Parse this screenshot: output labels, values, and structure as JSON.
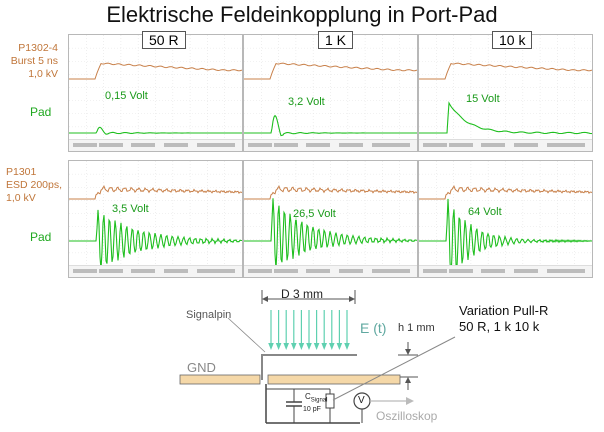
{
  "title": "Elektrische Feldeinkopplung in Port-Pad",
  "columns": [
    "50 R",
    "1 K",
    "10 k"
  ],
  "rows": [
    {
      "label_lines": [
        "P1302-4",
        "Burst 5 ns",
        "1,0 kV"
      ],
      "pad_label": "Pad",
      "voltages": [
        "0,15 Volt",
        "3,2 Volt",
        "15 Volt"
      ]
    },
    {
      "label_lines": [
        "P1301",
        "ESD 200ps,",
        "1,0 kV"
      ],
      "pad_label": "Pad",
      "voltages": [
        "3,5 Volt",
        "26,5 Volt",
        "64 Volt"
      ]
    }
  ],
  "diagram": {
    "signalpin": "Signalpin",
    "width_label": "D 3 mm",
    "field_label": "E (t)",
    "height_label": "h 1 mm",
    "gnd_label": "GND",
    "variation_title": "Variation Pull-R",
    "variation_values": "50 R,  1 k  10 k",
    "cap_label_main": "C",
    "cap_label_sub": "Signal",
    "cap_value": "10 pF",
    "meter_symbol": "V",
    "oszi_label": "Oszilloskop"
  },
  "colors": {
    "orange_trace": "#c8804a",
    "green_trace": "#1fbf1f",
    "field_arrows": "#5fd0b0",
    "gnd_fill": "#f5d8a8"
  }
}
